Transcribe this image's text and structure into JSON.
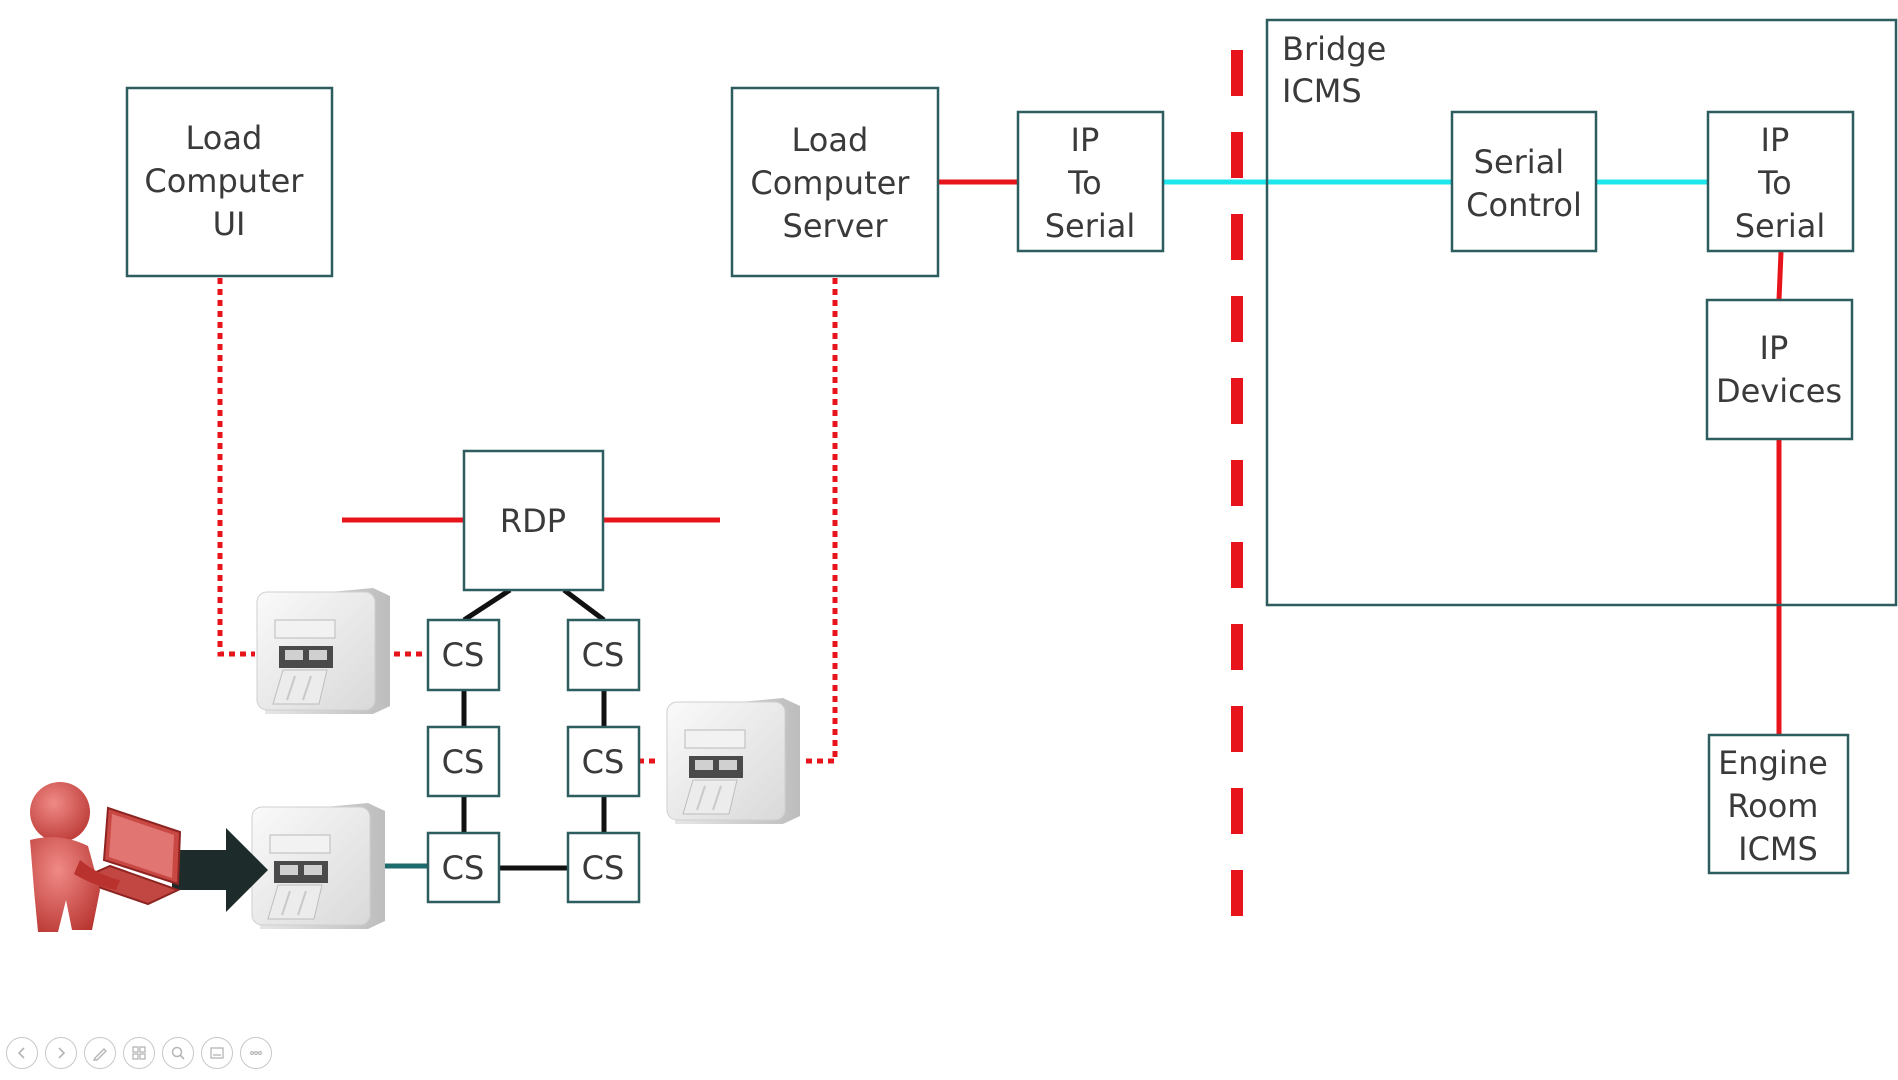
{
  "boxes": {
    "load_ui": [
      "Load",
      "Computer",
      "UI"
    ],
    "load_server": [
      "Load",
      "Computer",
      "Server"
    ],
    "ip_to_serial_1": [
      "IP",
      "To",
      "Serial"
    ],
    "serial_control": [
      "Serial",
      "Control"
    ],
    "ip_to_serial_2": [
      "IP",
      "To",
      "Serial"
    ],
    "ip_devices": [
      "IP",
      "Devices"
    ],
    "engine_room": [
      "Engine",
      "Room",
      "ICMS"
    ],
    "rdp": [
      "RDP"
    ],
    "bridge_icms": [
      "Bridge",
      "ICMS"
    ]
  },
  "cs_label": "CS",
  "colors": {
    "box_border": "#2e5d5f",
    "red_link": "#e8141c",
    "cyan_link": "#1de6ec",
    "black_link": "#111111",
    "teal_link": "#1e6b6e",
    "text": "#3a3a3a",
    "person": "#d9534f"
  },
  "toolbar_icons": [
    "previous-icon",
    "next-icon",
    "pen-icon",
    "slides-icon",
    "zoom-icon",
    "subtitles-icon",
    "more-icon"
  ]
}
